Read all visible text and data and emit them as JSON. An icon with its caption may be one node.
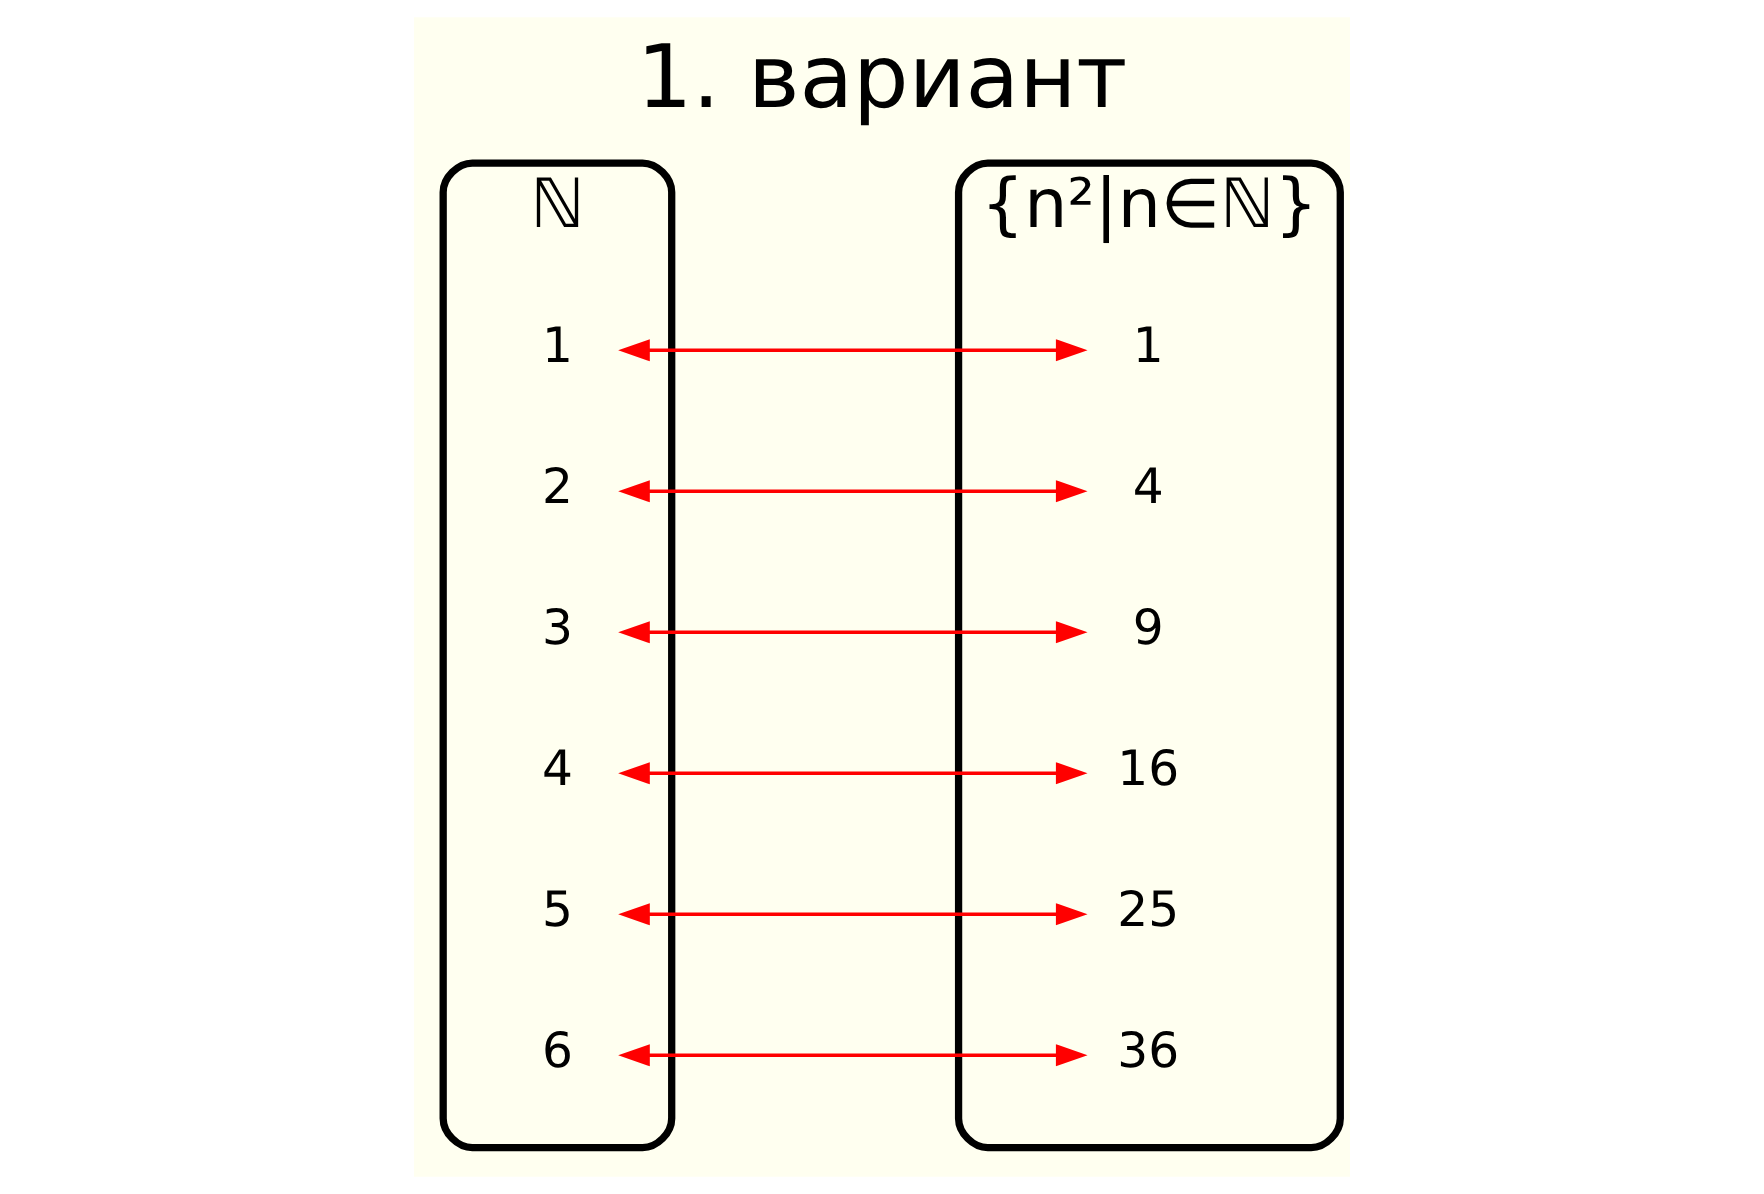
{
  "diagram": {
    "title": "1. вариант",
    "nodes": [
      {
        "text": [
          "ℕ"
        ]
      },
      {
        "text": [
          "{n²|n∈ℕ}"
        ]
      },
      {
        "text": [
          "1"
        ],
        "in": 0
      },
      {
        "text": [
          "2"
        ],
        "in": 0
      },
      {
        "text": [
          "3"
        ],
        "in": 0
      },
      {
        "text": [
          "4"
        ],
        "in": 0
      },
      {
        "text": [
          "5"
        ],
        "in": 0
      },
      {
        "text": [
          "6"
        ],
        "in": 0
      },
      {
        "text": [
          "1"
        ],
        "in": 1
      },
      {
        "text": [
          "4"
        ],
        "in": 1
      },
      {
        "text": [
          "9"
        ],
        "in": 1
      },
      {
        "text": [
          "16"
        ],
        "in": 1
      },
      {
        "text": [
          "25"
        ],
        "in": 1
      },
      {
        "text": [
          "36"
        ],
        "in": 1
      }
    ],
    "edges": [
      {
        "from": 2,
        "to": 8,
        "arrow": "both"
      },
      {
        "from": 3,
        "to": 9,
        "arrow": "both"
      },
      {
        "from": 4,
        "to": 10,
        "arrow": "both"
      },
      {
        "from": 5,
        "to": 11,
        "arrow": "both"
      },
      {
        "from": 6,
        "to": 12,
        "arrow": "both"
      },
      {
        "from": 7,
        "to": 13,
        "arrow": "both"
      }
    ]
  }
}
